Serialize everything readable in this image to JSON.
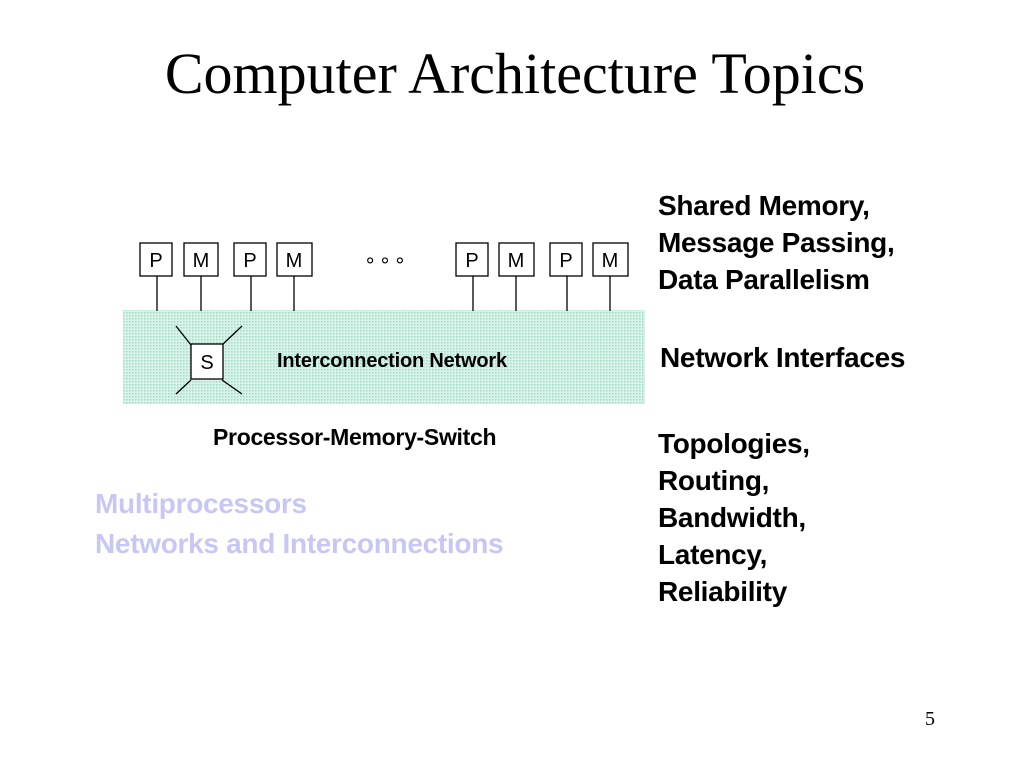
{
  "slide": {
    "title": "Computer Architecture Topics",
    "page_number": "5"
  },
  "diagram": {
    "left_nodes": [
      "P",
      "M",
      "P",
      "M"
    ],
    "ellipsis": "° ° °",
    "right_nodes": [
      "P",
      "M",
      "P",
      "M"
    ],
    "switch_label": "S",
    "network_label": "Interconnection Network",
    "caption": "Processor-Memory-Switch",
    "network_fill_color": "#cdeee2"
  },
  "subtopics": {
    "line1": "Multiprocessors",
    "line2": "Networks and Interconnections",
    "color": "#c7c7f5"
  },
  "topics": {
    "programming_models": [
      "Shared Memory,",
      "Message Passing,",
      "Data Parallelism"
    ],
    "interfaces": "Network Interfaces",
    "network_properties": [
      "Topologies,",
      "Routing,",
      "Bandwidth,",
      "Latency,",
      "Reliability"
    ]
  }
}
